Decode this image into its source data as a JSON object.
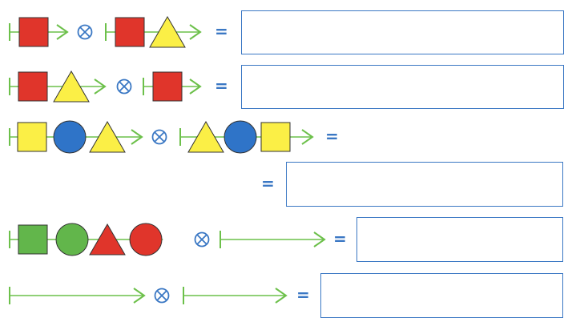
{
  "palette": {
    "stroke": "#6cc04a",
    "operator": "#3b78c4",
    "box_border": "#3b78c4",
    "red": "#e0352b",
    "yellow": "#fbef46",
    "blue": "#2f74c8",
    "green": "#62b64b",
    "outline": "#333333"
  },
  "operator_symbol": "⊗",
  "equals_symbol": "=",
  "rows": [
    {
      "id": "row-1",
      "left": [
        "red-square"
      ],
      "right": [
        "red-square",
        "yellow-triangle"
      ],
      "answer_box": true
    },
    {
      "id": "row-2",
      "left": [
        "red-square",
        "yellow-triangle"
      ],
      "right": [
        "red-square"
      ],
      "answer_box": true
    },
    {
      "id": "row-3",
      "left": [
        "yellow-square",
        "blue-circle",
        "yellow-triangle"
      ],
      "right": [
        "yellow-triangle",
        "blue-circle",
        "yellow-square"
      ],
      "answer_box": false,
      "continuation_answer_box": true
    },
    {
      "id": "row-4",
      "left": [
        "green-square",
        "green-circle",
        "red-triangle",
        "red-circle"
      ],
      "right": [],
      "answer_box": true
    },
    {
      "id": "row-5",
      "left": [],
      "right": [],
      "answer_box": true
    }
  ]
}
